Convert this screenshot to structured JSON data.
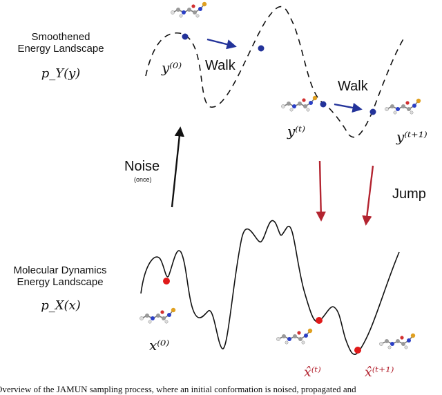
{
  "labels": {
    "smooth_title_1": "Smoothened",
    "smooth_title_2": "Energy Landscape",
    "smooth_density": "p_Y(y)",
    "md_title_1": "Molecular Dynamics",
    "md_title_2": "Energy Landscape",
    "md_density": "p_X(x)",
    "noise": "Noise",
    "noise_sub": "(once)",
    "walk_1": "Walk",
    "walk_2": "Walk",
    "jump": "Jump",
    "y0": "y⁽⁰⁾",
    "yt": "y⁽ᵗ⁾",
    "yt1": "y⁽ᵗ⁺¹⁾",
    "x0": "x⁽⁰⁾",
    "xt_hat": "x̂⁽ᵗ⁾",
    "xt1_hat": "x̂⁽ᵗ⁺¹⁾"
  },
  "colors": {
    "walk_blue": "#23339a",
    "jump_red": "#b32430",
    "curve": "#111111"
  },
  "caption": "Overview of the JAMUN sampling process, where an initial conformation is noised, propagated and"
}
